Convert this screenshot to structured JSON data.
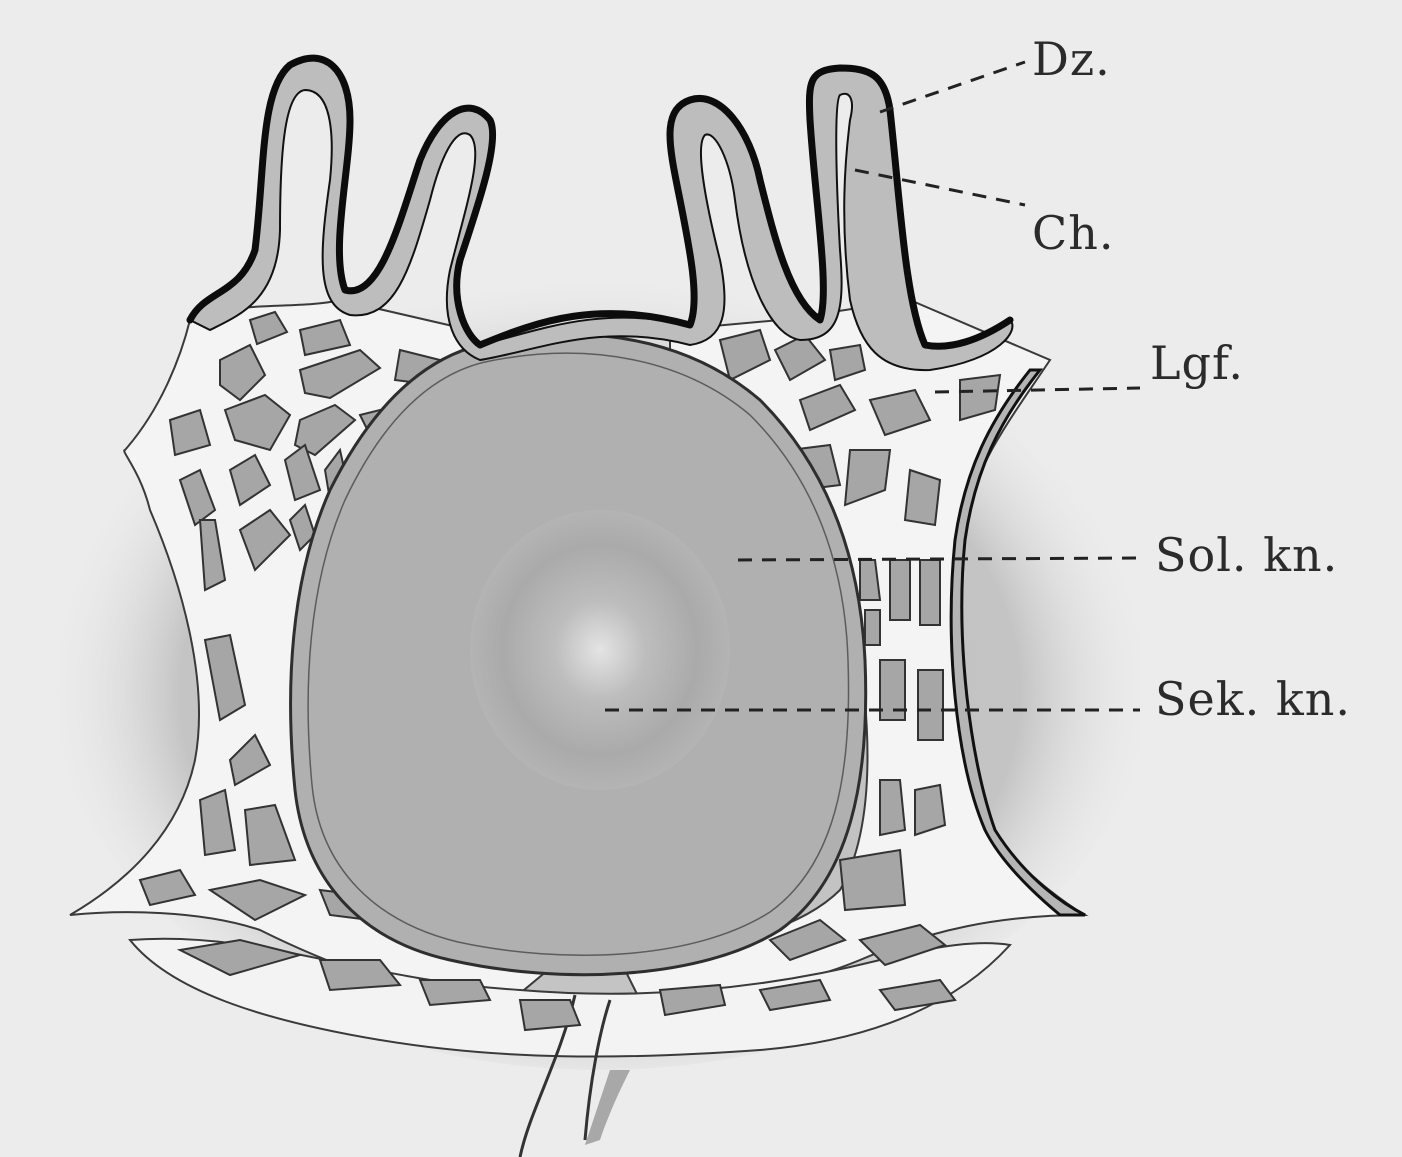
{
  "figure": {
    "labels": {
      "dz": "Dz.",
      "ch": "Ch.",
      "lgf": "Lgf.",
      "sol_kn": "Sol. kn.",
      "sek_kn": "Sek. kn."
    },
    "colors": {
      "paper": "#ececec",
      "ink": "#1e1e1e",
      "tissue_dark": "#a3a3a3",
      "tissue_mid": "#b6b6b6",
      "tissue_light": "#c6c6c6",
      "network_light": "#f6f6f6"
    }
  }
}
